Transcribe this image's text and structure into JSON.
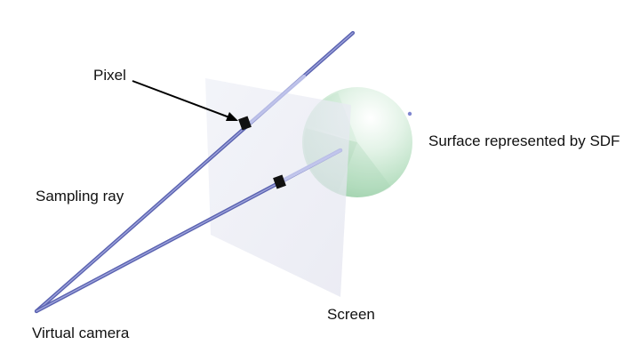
{
  "labels": {
    "pixel": "Pixel",
    "sampling_ray": "Sampling ray",
    "surface": "Surface represented by SDF",
    "screen": "Screen",
    "virtual_camera": "Virtual camera"
  },
  "colors": {
    "ray": "#7f86cf",
    "ray_dark": "#5a62b0",
    "ray_light": "#c7cbef",
    "screen": "#e8e9f3",
    "sphere_light": "#ffffff",
    "sphere_mid": "#d3ecd9",
    "sphere_dark": "#8fc79e",
    "pixel_marker": "#111111",
    "arrow": "#000000",
    "text": "#111111"
  }
}
